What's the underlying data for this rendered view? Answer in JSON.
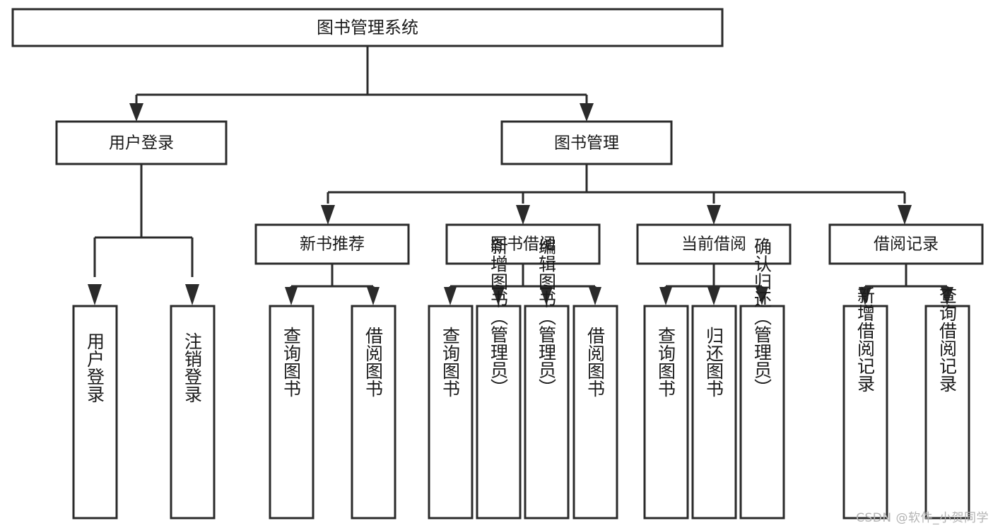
{
  "diagram": {
    "title": "图书管理系统",
    "type": "hierarchy-tree",
    "orientation": "top-down",
    "levels": 4,
    "colors": {
      "box_fill": "#ffffff",
      "box_stroke": "#2b2b2b",
      "text": "#1a1a1a",
      "background": "#ffffff",
      "watermark": "#b3b3b3"
    }
  },
  "root": {
    "label": "图书管理系统"
  },
  "level2": [
    {
      "label": "用户登录"
    },
    {
      "label": "图书管理"
    }
  ],
  "level3": [
    {
      "label": "新书推荐"
    },
    {
      "label": "图书借阅"
    },
    {
      "label": "当前借阅"
    },
    {
      "label": "借阅记录"
    }
  ],
  "leaves": {
    "user_login": [
      {
        "label": "用户登录"
      },
      {
        "label": "注销登录"
      }
    ],
    "new_book_recommend": [
      {
        "label": "查询图书"
      },
      {
        "label": "借阅图书"
      }
    ],
    "book_borrow": [
      {
        "label": "查询图书"
      },
      {
        "label": "新增图书（管理员）"
      },
      {
        "label": "编辑图书（管理员）"
      },
      {
        "label": "借阅图书"
      }
    ],
    "current_borrow": [
      {
        "label": "查询图书"
      },
      {
        "label": "归还图书"
      },
      {
        "label": "确认归还（管理员）"
      }
    ],
    "borrow_record": [
      {
        "label": "新增借阅记录"
      },
      {
        "label": "查询借阅记录"
      }
    ]
  },
  "watermark": {
    "text": "CSDN @软件_小贺同学"
  }
}
